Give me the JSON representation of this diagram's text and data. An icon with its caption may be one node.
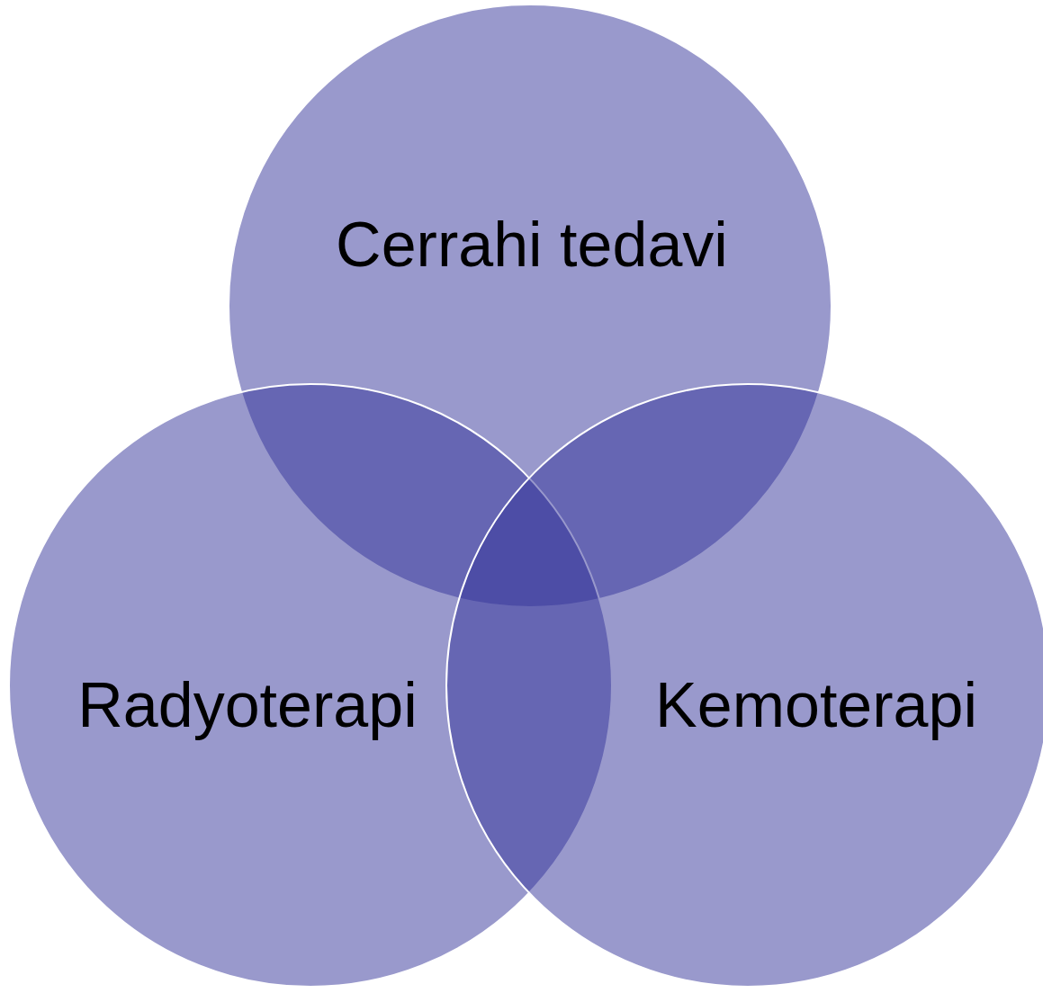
{
  "diagram": {
    "nodes": [
      {
        "text": [
          "Cerrahi tedavi"
        ]
      },
      {
        "text": [
          "Radyoterapi"
        ]
      },
      {
        "text": [
          "Kemoterapi"
        ]
      }
    ]
  }
}
